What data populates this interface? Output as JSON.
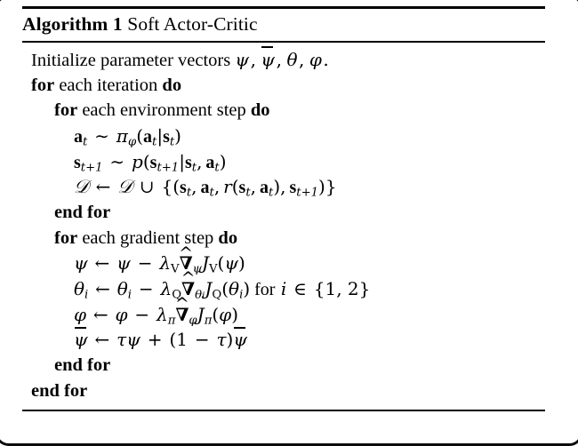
{
  "document": {
    "kind": "algorithm-float",
    "background": "#ffffff",
    "ink": "#000000"
  },
  "algorithm": {
    "label": "Algorithm 1",
    "name": "Soft Actor-Critic",
    "rules": {
      "top": "thick",
      "under_title": "thin",
      "bottom": "thin"
    },
    "lines": [
      {
        "id": "init",
        "indent": 1,
        "type": "statement",
        "text": "Initialize parameter vectors ψ, ψ̄, θ, φ."
      },
      {
        "id": "for-iteration",
        "indent": 1,
        "type": "control",
        "keyword_start": "for",
        "middle": "each iteration",
        "keyword_end": "do",
        "text": "for each iteration do"
      },
      {
        "id": "for-env-step",
        "indent": 2,
        "type": "control",
        "keyword_start": "for",
        "middle": "each environment step",
        "keyword_end": "do",
        "text": "for each environment step do"
      },
      {
        "id": "sample-action",
        "indent": 3,
        "type": "math",
        "text": "a_t ~ π_φ(a_t|s_t)"
      },
      {
        "id": "sample-next-state",
        "indent": 3,
        "type": "math",
        "text": "s_{t+1} ~ p(s_{t+1}|s_t, a_t)"
      },
      {
        "id": "append-replay-buffer",
        "indent": 3,
        "type": "math",
        "text": "D ← D ∪ {(s_t, a_t, r(s_t, a_t), s_{t+1})}"
      },
      {
        "id": "end-for-env-step",
        "indent": 2,
        "type": "control",
        "text": "end for"
      },
      {
        "id": "for-gradient-step",
        "indent": 2,
        "type": "control",
        "keyword_start": "for",
        "middle": "each gradient step",
        "keyword_end": "do",
        "text": "for each gradient step do"
      },
      {
        "id": "update-psi",
        "indent": 3,
        "type": "math",
        "text": "ψ ← ψ − λ_V ∇̂_ψ J_V(ψ)"
      },
      {
        "id": "update-theta",
        "indent": 3,
        "type": "math",
        "text": "θ_i ← θ_i − λ_Q ∇̂_{θ_i} J_Q(θ_i) for i ∈ {1, 2}"
      },
      {
        "id": "update-phi",
        "indent": 3,
        "type": "math",
        "text": "φ ← φ − λ_π ∇̂_φ J_π(φ)"
      },
      {
        "id": "update-psi-bar",
        "indent": 3,
        "type": "math",
        "text": "ψ̄ ← τψ + (1 − τ)ψ̄"
      },
      {
        "id": "end-for-gradient-step",
        "indent": 2,
        "type": "control",
        "text": "end for"
      },
      {
        "id": "end-for-iteration",
        "indent": 1,
        "type": "control",
        "text": "end for"
      }
    ],
    "keywords": {
      "for": "for",
      "do": "do",
      "end_for": "end for",
      "each_iteration": "each iteration",
      "each_environment_step": "each environment step",
      "each_gradient_step": "each gradient step",
      "initialize_text": "Initialize parameter vectors",
      "for_inline": "for",
      "index_set": "{1, 2}"
    },
    "symbols": {
      "psi": "ψ",
      "psi_bar": "ψ̄",
      "theta": "θ",
      "phi": "φ",
      "pi": "π",
      "lambda": "λ",
      "tau": "τ",
      "nabla_hat": "∇̂",
      "J": "J",
      "D": "𝒟",
      "union": "∪",
      "in": "∈",
      "tilde": "∼",
      "leftarrow": "←",
      "comma": ",",
      "period": ".",
      "one": "1",
      "two": "2"
    }
  }
}
